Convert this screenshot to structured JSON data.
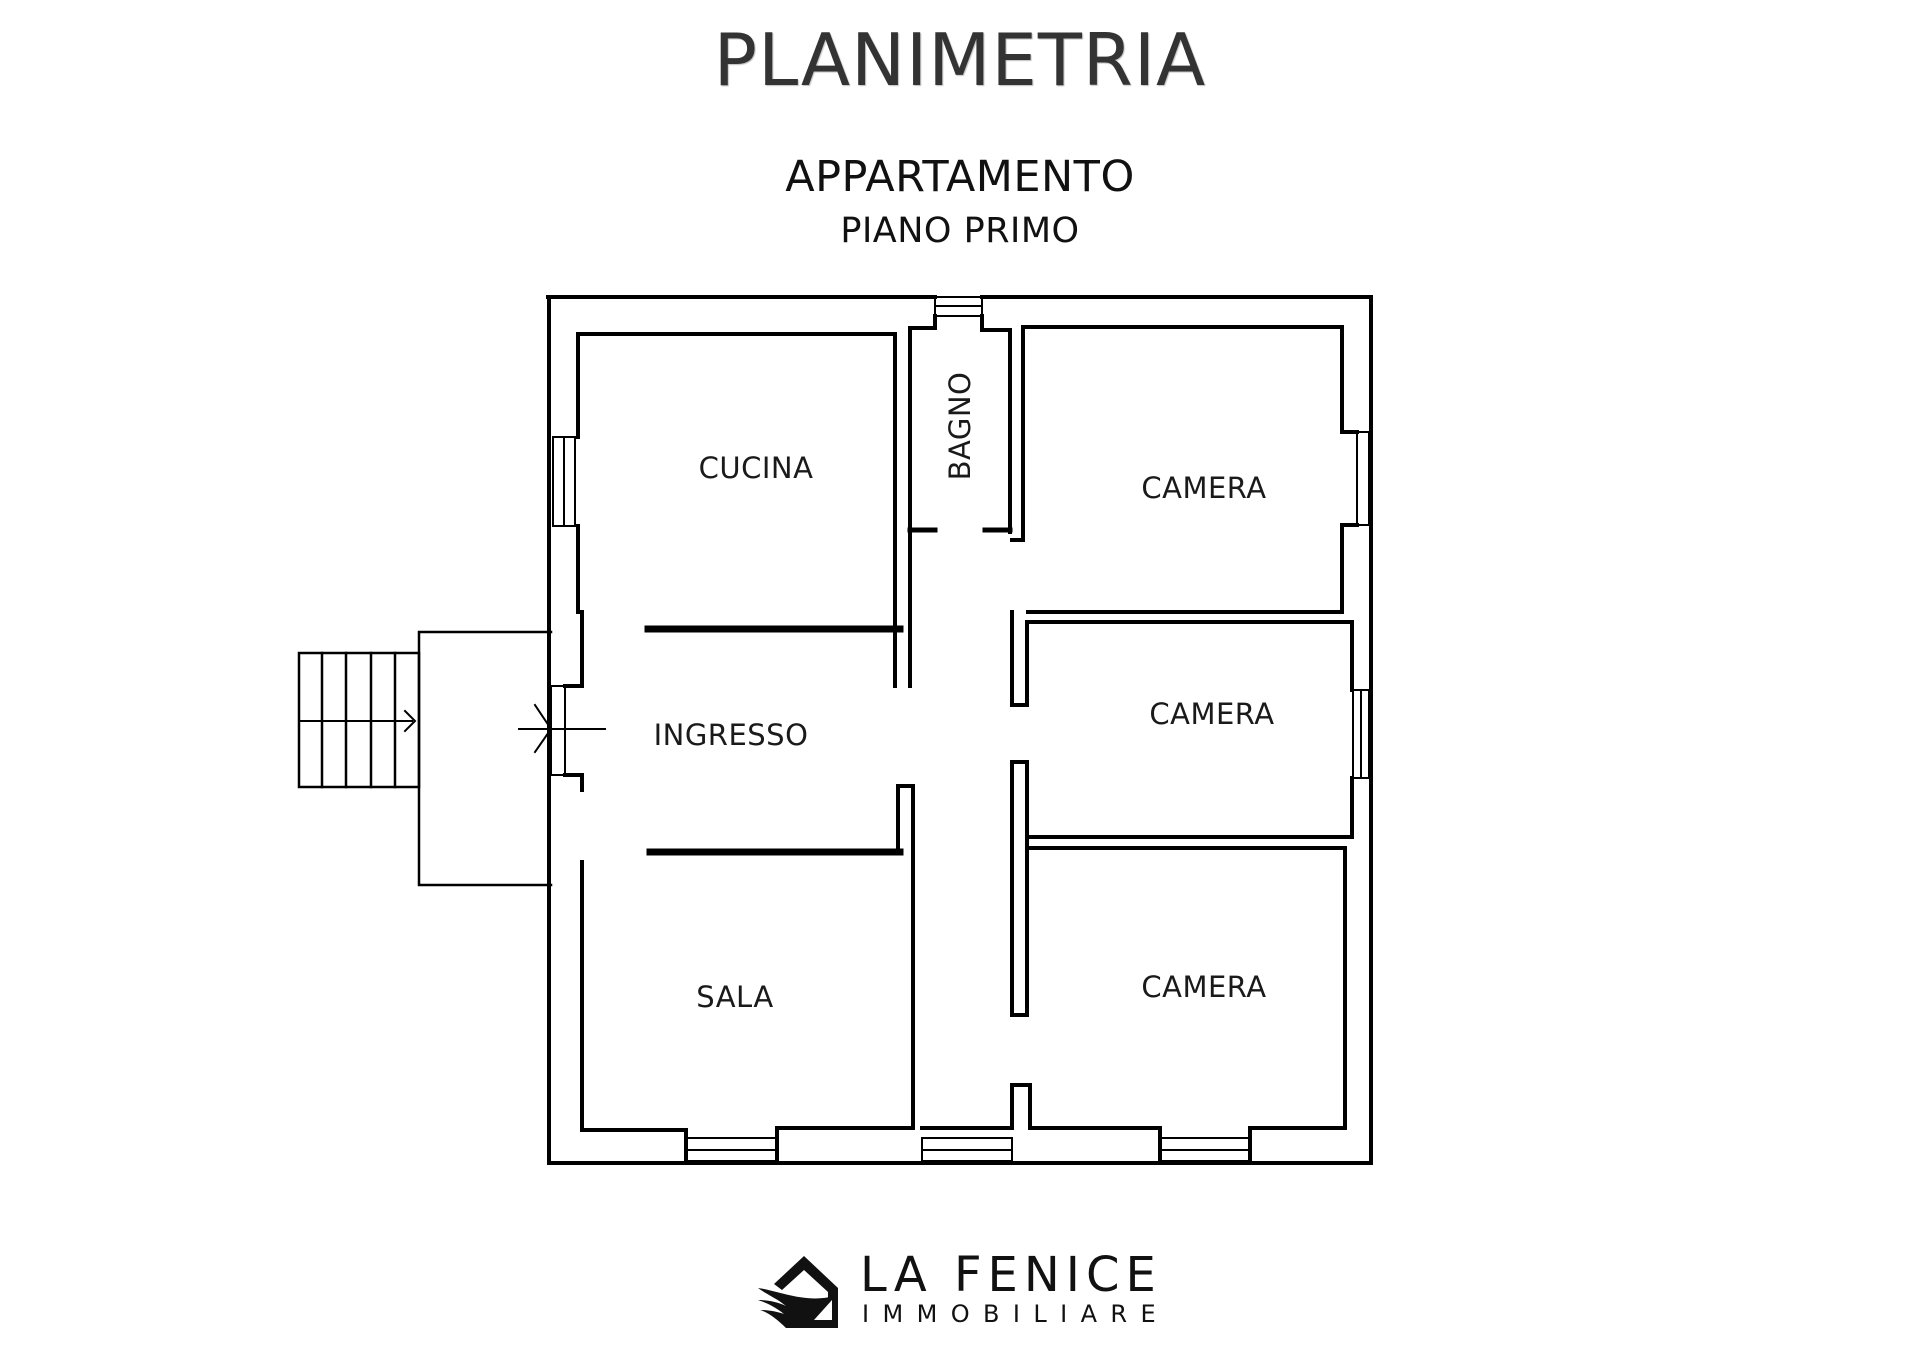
{
  "header": {
    "title": "PLANIMETRIA",
    "subtitle": "APPARTAMENTO",
    "floor": "PIANO PRIMO"
  },
  "floorplan": {
    "rooms": [
      {
        "id": "cucina",
        "label": "CUCINA"
      },
      {
        "id": "bagno",
        "label": "BAGNO"
      },
      {
        "id": "camera-1",
        "label": "CAMERA"
      },
      {
        "id": "ingresso",
        "label": "INGRESSO"
      },
      {
        "id": "camera-2",
        "label": "CAMERA"
      },
      {
        "id": "sala",
        "label": "SALA"
      },
      {
        "id": "camera-3",
        "label": "CAMERA"
      }
    ],
    "features": [
      "exterior-staircase",
      "entrance-landing",
      "entry-door",
      "windows"
    ],
    "wall_color": "#000000",
    "background_color": "#ffffff"
  },
  "brand": {
    "name": "LA FENICE",
    "tagline": "IMMOBILIARE",
    "icon": "house-wing-logo-icon",
    "color": "#111111"
  }
}
